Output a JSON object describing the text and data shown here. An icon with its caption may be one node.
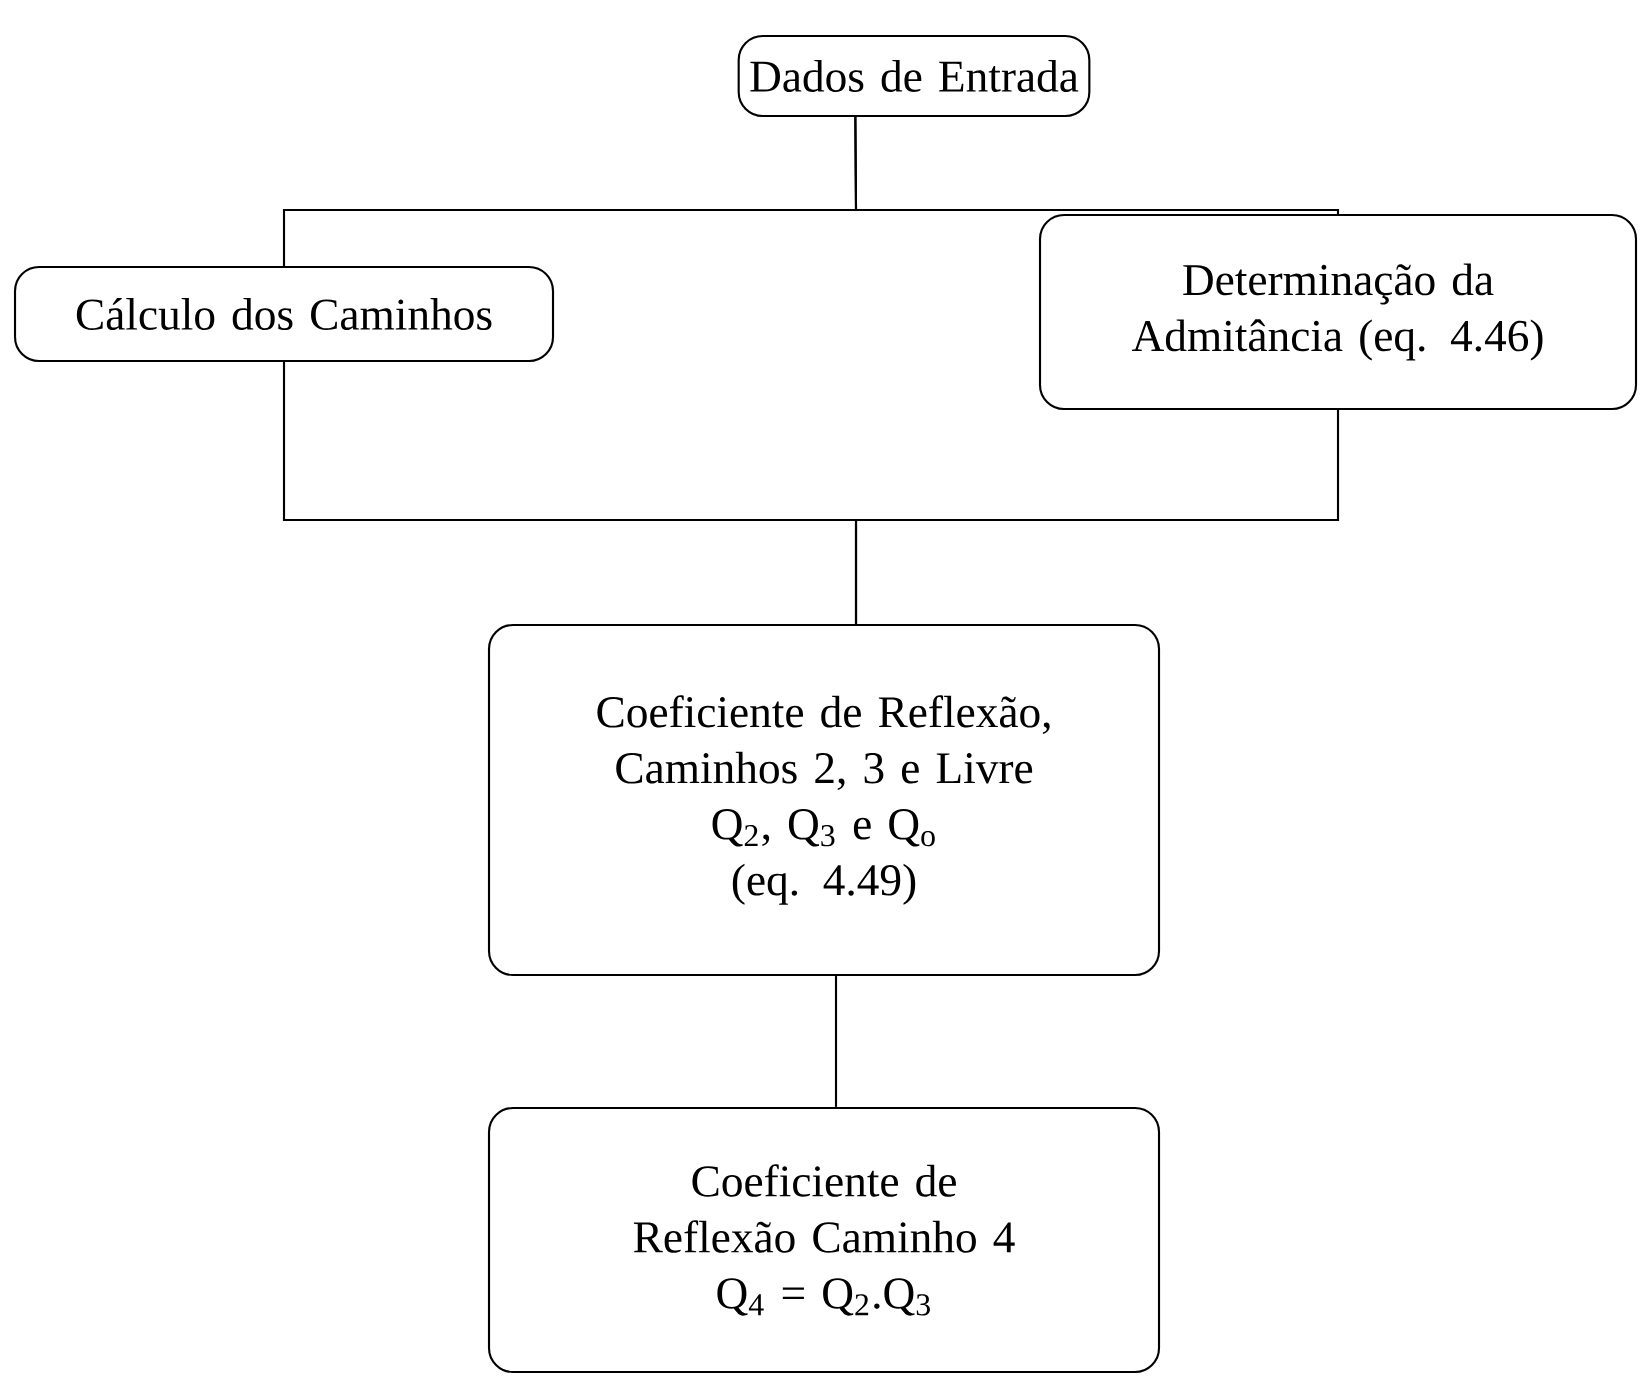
{
  "diagram": {
    "nodes": [
      {
        "text": [
          "Dados de Entrada"
        ]
      },
      {
        "text": [
          "Cálculo dos Caminhos"
        ]
      },
      {
        "text": [
          "Determinação da Admitância (eq. 4.46)"
        ]
      },
      {
        "text": [
          "Coeficiente de Reflexão, Caminhos 2, 3 e Livre",
          "Q$_{2}$, Q$_{3}$ e Q$_{o}$",
          "(eq. 4.49)"
        ]
      },
      {
        "text": [
          "Coeficiente de Reflexão Caminho 4",
          "Q$_{4}$ = Q$_{2}$.Q$_{3}$"
        ]
      }
    ],
    "edges": [
      {
        "from": 0,
        "to": 1,
        "arrow": "none"
      },
      {
        "from": 0,
        "to": 2,
        "arrow": "none"
      },
      {
        "from": 1,
        "to": 3,
        "arrow": "none"
      },
      {
        "from": 2,
        "to": 3,
        "arrow": "none"
      },
      {
        "from": 3,
        "to": 4,
        "arrow": "none"
      }
    ]
  }
}
